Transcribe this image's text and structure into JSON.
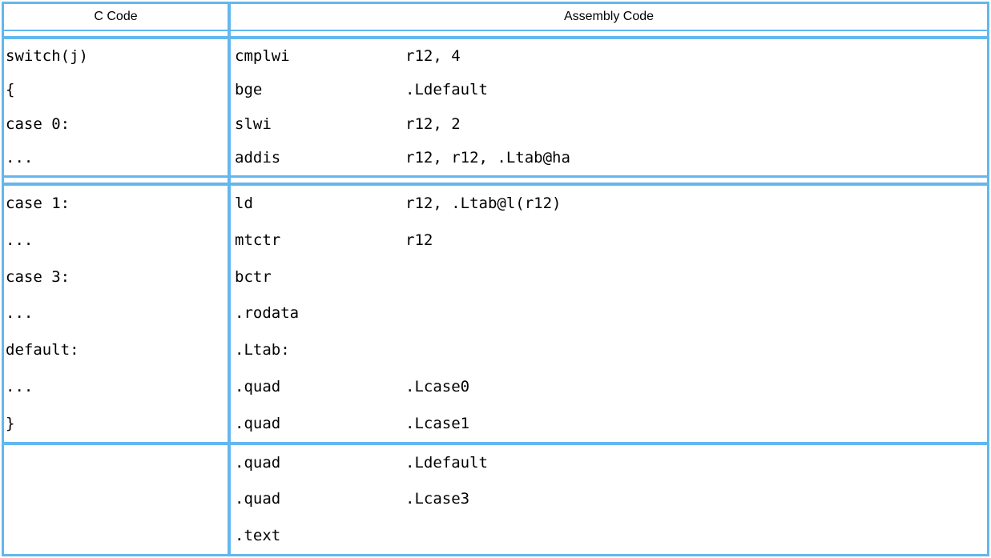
{
  "colors": {
    "border_accent": "#63b7ee",
    "text": "#000000",
    "background": "#ffffff"
  },
  "table": {
    "header": {
      "c_code": "C Code",
      "assembly": "Assembly Code"
    },
    "sections": [
      {
        "c_lines": [
          "switch(j)",
          "{",
          "case 0:",
          "..."
        ],
        "asm_lines": [
          {
            "mnemonic": "cmplwi",
            "operands": "r12, 4"
          },
          {
            "mnemonic": "bge",
            "operands": ".Ldefault"
          },
          {
            "mnemonic": "slwi",
            "operands": "r12, 2"
          },
          {
            "mnemonic": "addis",
            "operands": "r12, r12, .Ltab@ha"
          }
        ]
      },
      {
        "c_lines": [
          "case 1:",
          "...",
          "case 3:",
          "...",
          "default:",
          "...",
          "}"
        ],
        "asm_lines": [
          {
            "mnemonic": "ld",
            "operands": "r12, .Ltab@l(r12)"
          },
          {
            "mnemonic": "mtctr",
            "operands": "r12"
          },
          {
            "mnemonic": "bctr",
            "operands": ""
          },
          {
            "mnemonic": ".rodata",
            "operands": ""
          },
          {
            "mnemonic": ".Ltab:",
            "operands": ""
          },
          {
            "mnemonic": ".quad",
            "operands": ".Lcase0"
          },
          {
            "mnemonic": ".quad",
            "operands": ".Lcase1"
          }
        ]
      },
      {
        "c_lines": [],
        "asm_lines": [
          {
            "mnemonic": ".quad",
            "operands": ".Ldefault"
          },
          {
            "mnemonic": ".quad",
            "operands": ".Lcase3"
          },
          {
            "mnemonic": ".text",
            "operands": ""
          }
        ]
      }
    ]
  }
}
